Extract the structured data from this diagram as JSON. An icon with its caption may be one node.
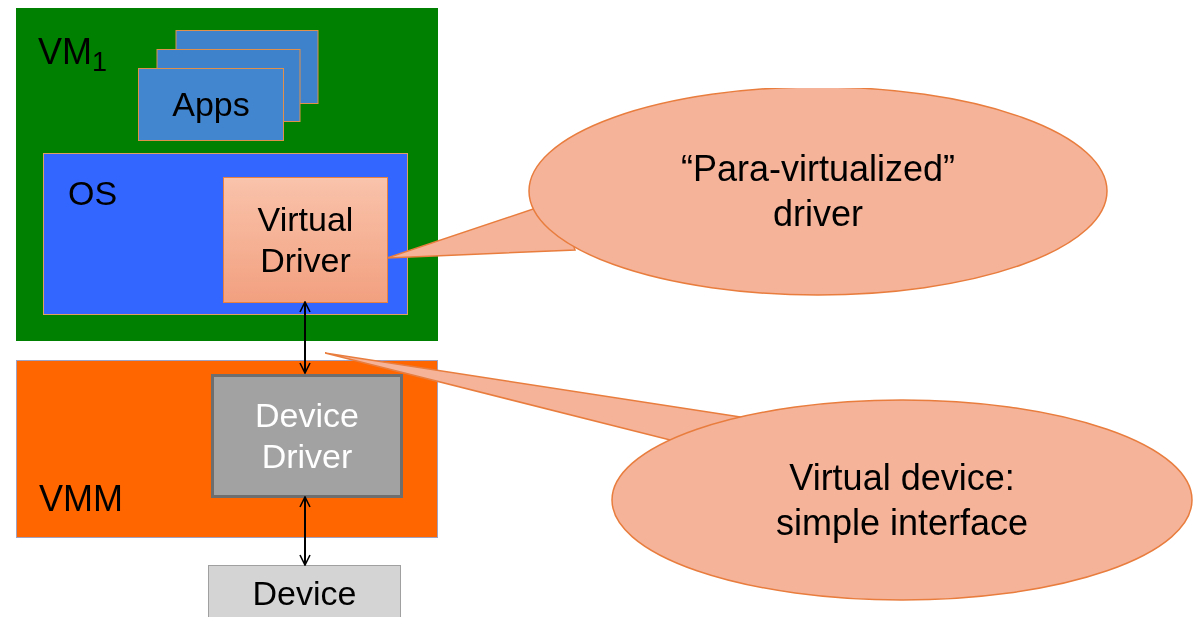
{
  "diagram": {
    "nodes": [
      {
        "text": [
          "VM$_{1}$"
        ]
      },
      {
        "text": [
          "Apps"
        ],
        "in": 0
      },
      {
        "text": [
          "OS"
        ],
        "in": 0
      },
      {
        "text": [
          "Virtual Driver"
        ],
        "in": 2
      },
      {
        "text": [
          "“Para-virtualized” driver"
        ]
      },
      {
        "text": [
          "VMM"
        ]
      },
      {
        "text": [
          "Device Driver"
        ],
        "in": 5
      },
      {
        "text": [
          "Virtual device: simple interface"
        ]
      },
      {
        "text": [
          "Device"
        ]
      }
    ],
    "edges": [
      {
        "from": 3,
        "to": 6,
        "arrow": "both"
      },
      {
        "from": 6,
        "to": 8,
        "arrow": "both"
      }
    ]
  }
}
